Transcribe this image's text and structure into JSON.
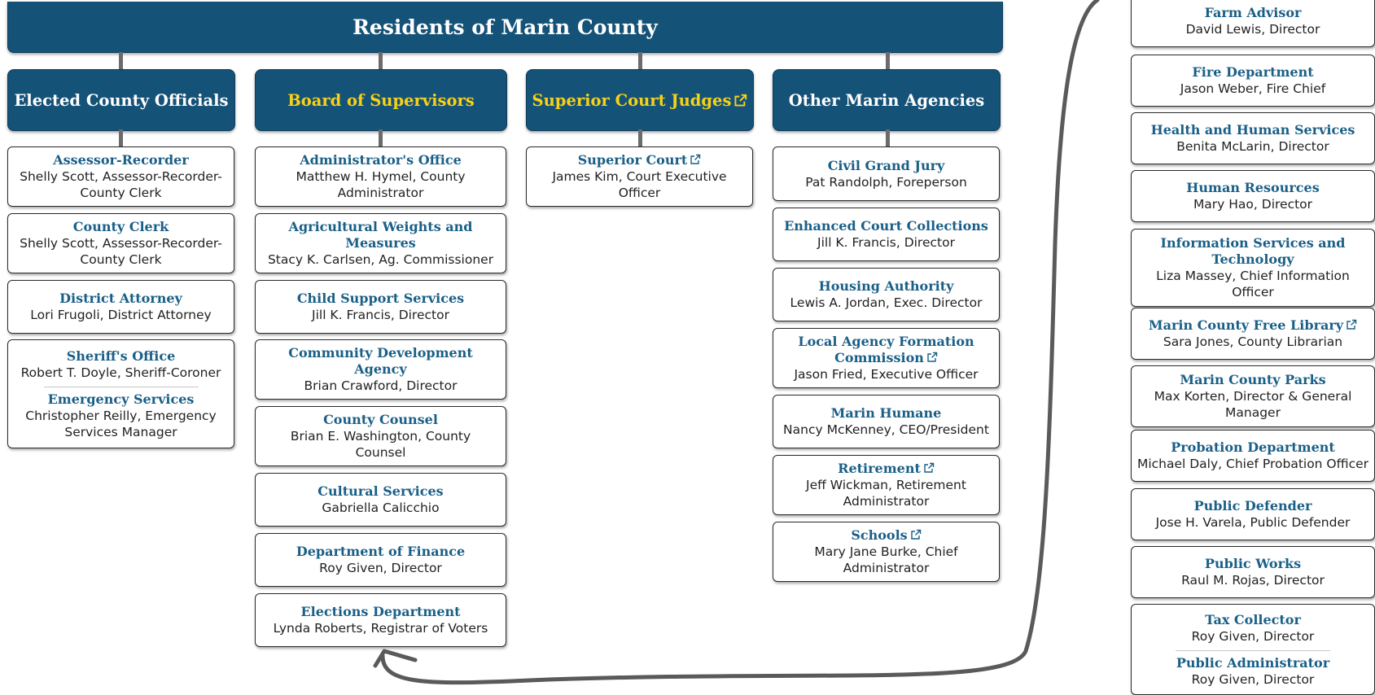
{
  "header": {
    "title": "Residents of Marin County"
  },
  "columns": [
    {
      "title": "Elected County Officials",
      "style": "white"
    },
    {
      "title": "Board of Supervisors",
      "style": "gold"
    },
    {
      "title": "Superior Court Judges",
      "style": "gold",
      "external": true
    },
    {
      "title": "Other Marin Agencies",
      "style": "white"
    }
  ],
  "col1": [
    {
      "title": "Assessor-Recorder",
      "sub": "Shelly Scott, Assessor-Recorder-County Clerk"
    },
    {
      "title": "County Clerk",
      "sub": "Shelly Scott, Assessor-Recorder-County Clerk"
    },
    {
      "title": "District Attorney",
      "sub": "Lori Frugoli, District Attorney"
    },
    {
      "title": "Sheriff's Office",
      "sub": "Robert T. Doyle, Sheriff-Coroner",
      "title2": "Emergency Services",
      "sub2": "Christopher Reilly, Emergency Services Manager"
    }
  ],
  "col2": [
    {
      "title": "Administrator's Office",
      "sub": "Matthew H. Hymel, County Administrator"
    },
    {
      "title": "Agricultural Weights and Measures",
      "sub": "Stacy K. Carlsen, Ag. Commissioner"
    },
    {
      "title": "Child Support Services",
      "sub": "Jill K. Francis, Director"
    },
    {
      "title": "Community Development Agency",
      "sub": "Brian Crawford, Director"
    },
    {
      "title": "County Counsel",
      "sub": "Brian E. Washington, County Counsel"
    },
    {
      "title": "Cultural Services",
      "sub": "Gabriella Calicchio"
    },
    {
      "title": "Department of Finance",
      "sub": "Roy Given, Director"
    },
    {
      "title": "Elections Department",
      "sub": "Lynda Roberts, Registrar of Voters"
    }
  ],
  "col3": [
    {
      "title": "Superior Court",
      "sub": "James Kim, Court Executive Officer",
      "external": true
    }
  ],
  "col4": [
    {
      "title": "Civil Grand Jury",
      "sub": "Pat Randolph, Foreperson"
    },
    {
      "title": "Enhanced Court Collections",
      "sub": "Jill K. Francis, Director"
    },
    {
      "title": "Housing Authority",
      "sub": "Lewis A. Jordan, Exec. Director"
    },
    {
      "title": "Local Agency Formation Commission",
      "sub": "Jason Fried, Executive Officer",
      "external": true
    },
    {
      "title": "Marin Humane",
      "sub": "Nancy McKenney, CEO/President"
    },
    {
      "title": "Retirement",
      "sub": "Jeff Wickman, Retirement Administrator",
      "external": true
    },
    {
      "title": "Schools",
      "sub": "Mary Jane Burke, Chief Administrator",
      "external": true
    }
  ],
  "col5": [
    {
      "title": "Farm Advisor",
      "sub": "David Lewis, Director"
    },
    {
      "title": "Fire Department",
      "sub": "Jason Weber, Fire Chief"
    },
    {
      "title": "Health and Human Services",
      "sub": "Benita McLarin, Director"
    },
    {
      "title": "Human Resources",
      "sub": "Mary Hao, Director"
    },
    {
      "title": "Information Services and Technology",
      "sub": "Liza Massey, Chief Information Officer"
    },
    {
      "title": "Marin County Free Library",
      "sub": "Sara Jones, County Librarian",
      "external": true
    },
    {
      "title": "Marin County Parks",
      "sub": "Max Korten, Director & General Manager"
    },
    {
      "title": "Probation Department",
      "sub": "Michael Daly, Chief Probation Officer"
    },
    {
      "title": "Public Defender",
      "sub": "Jose H. Varela, Public Defender"
    },
    {
      "title": "Public Works",
      "sub": "Raul M. Rojas, Director"
    },
    {
      "title": "Tax Collector",
      "sub": "Roy Given, Director",
      "title2": "Public Administrator",
      "sub2": "Roy Given, Director"
    }
  ],
  "icons": {
    "external": "external-link-icon"
  },
  "colors": {
    "navy": "#155277",
    "gold": "#f7d117",
    "title_blue": "#1a5f87",
    "connector": "#6b6b6b"
  }
}
